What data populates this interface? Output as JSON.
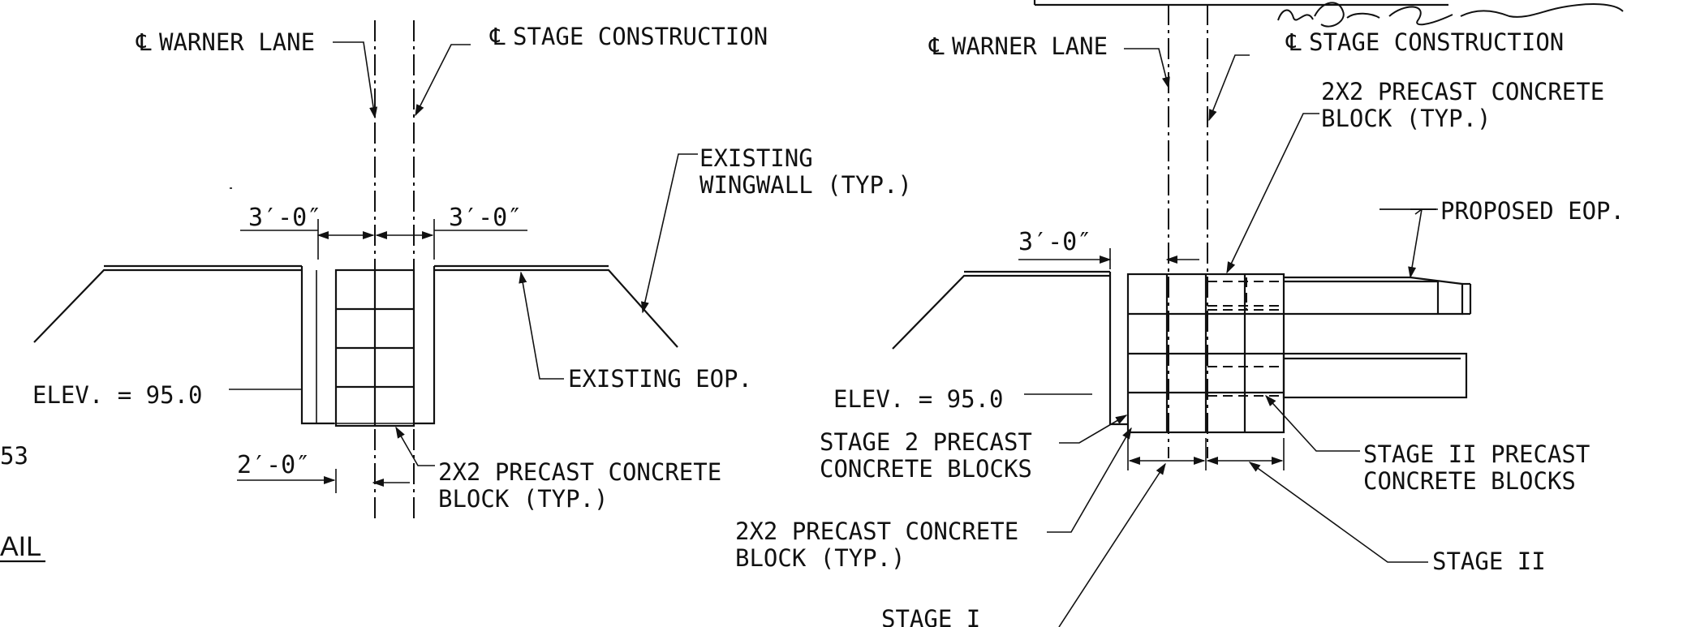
{
  "left_view": {
    "cl_warner": "WARNER LANE",
    "cl_stage": "STAGE CONSTRUCTION",
    "existing_wingwall": [
      "EXISTING",
      "WINGWALL (TYP.)"
    ],
    "dim_left": "3′-0″",
    "dim_right": "3′-0″",
    "elev": "ELEV. = 95.0",
    "existing_eop": "EXISTING EOP.",
    "dim_bottom": "2′-0″",
    "block_label": [
      "2X2 PRECAST CONCRETE",
      "BLOCK (TYP.)"
    ],
    "edge_number": "53",
    "edge_title_fragment": "AIL"
  },
  "right_view": {
    "cl_warner": "WARNER LANE",
    "cl_stage": "STAGE CONSTRUCTION",
    "block_label_top": [
      "2X2 PRECAST CONCRETE",
      "BLOCK (TYP.)"
    ],
    "proposed_eop": "PROPOSED EOP.",
    "dim_left": "3′-0″",
    "elev": "ELEV. = 95.0",
    "stage2_blocks": [
      "STAGE 2 PRECAST",
      "CONCRETE BLOCKS"
    ],
    "stage_ii_blocks": [
      "STAGE II PRECAST",
      "CONCRETE BLOCKS"
    ],
    "block_label_bottom": [
      "2X2 PRECAST CONCRETE",
      "BLOCK (TYP.)"
    ],
    "stage_ii": "STAGE II",
    "stage_i": "STAGE I"
  },
  "centerline_symbol": "℄",
  "colors": {
    "ink": "#111111",
    "paper": "#ffffff"
  }
}
